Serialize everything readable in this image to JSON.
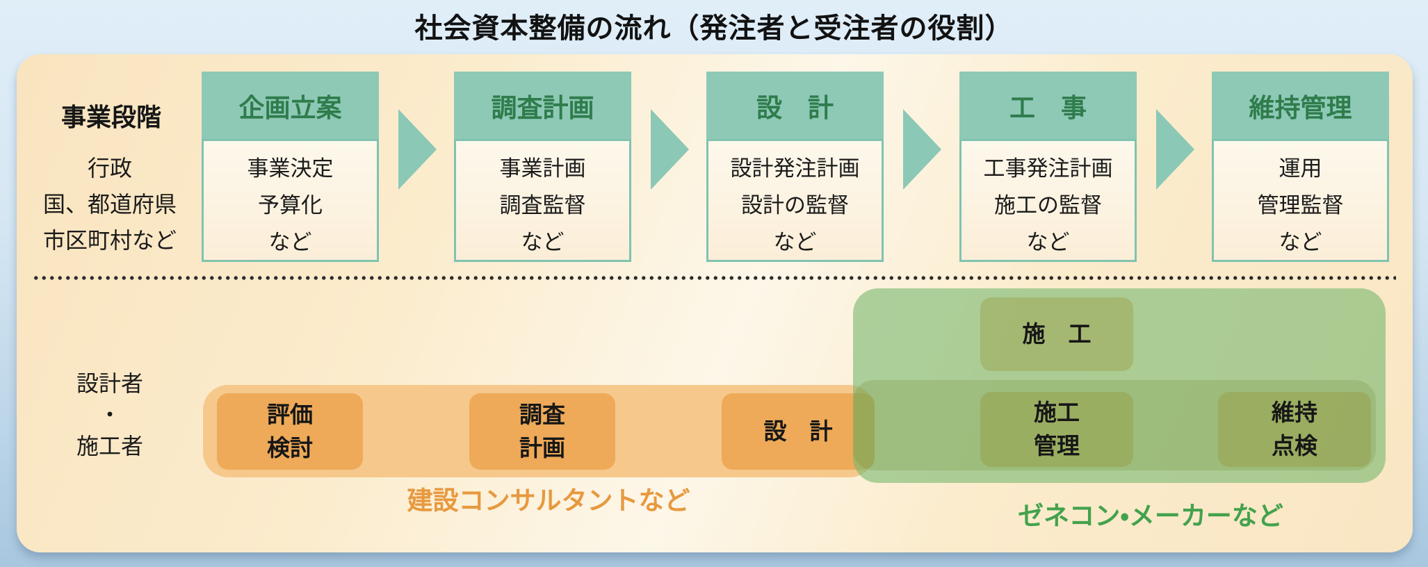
{
  "title": "社会資本整備の流れ（発注者と受注者の役割）",
  "owner_section": {
    "row_label": "事業段階",
    "row_sublabel_lines": [
      "行政",
      "国、都道府県",
      "市区町村など"
    ],
    "stages": [
      {
        "header": "企画立案",
        "lines": [
          "事業決定",
          "予算化",
          "など"
        ]
      },
      {
        "header": "調査計画",
        "lines": [
          "事業計画",
          "調査監督",
          "など"
        ]
      },
      {
        "header": "設　計",
        "lines": [
          "設計発注計画",
          "設計の監督",
          "など"
        ]
      },
      {
        "header": "工　事",
        "lines": [
          "工事発注計画",
          "施工の監督",
          "など"
        ]
      },
      {
        "header": "維持管理",
        "lines": [
          "運用",
          "管理監督",
          "など"
        ]
      }
    ]
  },
  "contractor_section": {
    "row_label_lines": [
      "設計者",
      "・",
      "施工者"
    ],
    "consultant_group": {
      "boxes": [
        {
          "lines": [
            "評価",
            "検討"
          ]
        },
        {
          "lines": [
            "調査",
            "計画"
          ]
        },
        {
          "lines": [
            "設　計"
          ]
        }
      ],
      "caption": "建設コンサルタントなど"
    },
    "contractor_group": {
      "boxes": [
        {
          "lines": [
            "施　工"
          ]
        },
        {
          "lines": [
            "施工",
            "管理"
          ]
        },
        {
          "lines": [
            "維持",
            "点検"
          ]
        }
      ],
      "caption": "ゼネコン・メーカーなど"
    }
  },
  "colors": {
    "background_blue_top": "#e0eef8",
    "background_blue_bottom": "#a8c7df",
    "panel_cream": "#fbeccd",
    "stage_header_teal": "#8ec9b6",
    "stage_header_text_green": "#2f7c4c",
    "stage_body_border_teal": "#7fc3b0",
    "arrow_teal": "#8cc8b6",
    "consultant_band_orange": "#f6c88c",
    "consultant_box_orange": "#eeaa59",
    "consultant_caption_orange": "#e7993f",
    "contractor_area_green": "#b2d3a6",
    "contractor_box_olive": "#b2b173",
    "contractor_caption_green": "#43a24d",
    "text_black": "#1b1b1b"
  }
}
